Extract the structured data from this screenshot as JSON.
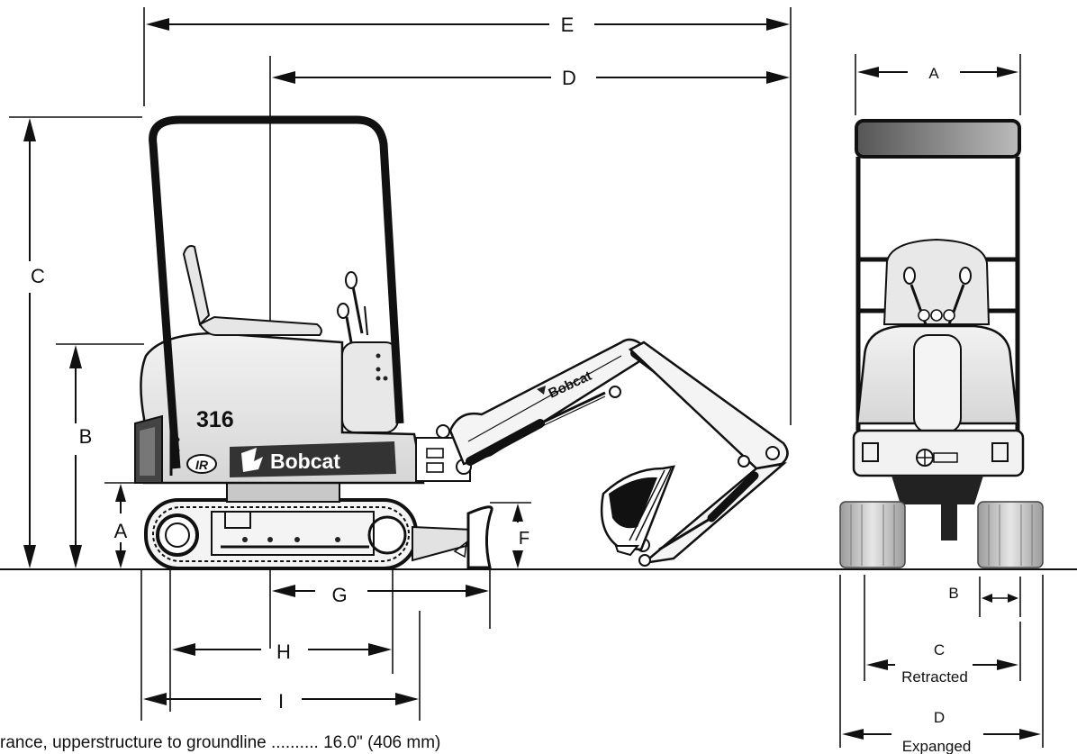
{
  "side_view": {
    "labels": {
      "E": "E",
      "D": "D",
      "C": "C",
      "B": "B",
      "A": "A",
      "F": "F",
      "G": "G",
      "H": "H",
      "I": "I"
    },
    "decals": {
      "model": "316",
      "brand": "Bobcat",
      "boom_brand": "Bobcat",
      "logo": "IR"
    }
  },
  "front_view": {
    "labels": {
      "A": "A",
      "B": "B",
      "C": "C",
      "C_caption": "Retracted",
      "D": "D",
      "D_caption": "Expanged"
    }
  },
  "footer_text": "rance, upperstructure to groundline .......... 16.0\" (406 mm)"
}
